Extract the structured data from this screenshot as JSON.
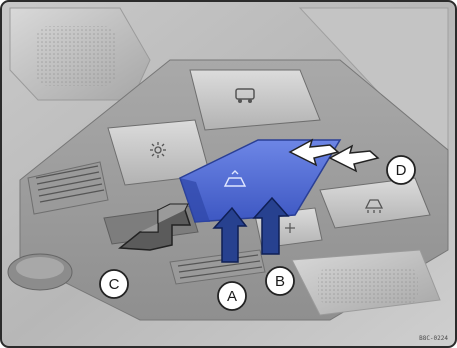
{
  "figure": {
    "callouts": [
      {
        "id": "a",
        "label": "A"
      },
      {
        "id": "b",
        "label": "B"
      },
      {
        "id": "c",
        "label": "C"
      },
      {
        "id": "d",
        "label": "D"
      }
    ],
    "reference_code": "B8C-0224"
  },
  "icons": {
    "upper_button": "car-interior-light-icon",
    "left_button": "sun-light-icon",
    "right_button": "reading-light-icon",
    "lower_switch": "light-switch-icon",
    "panel_symbol": "sunroof-icon"
  },
  "colors": {
    "panel_blue": "#4a66d0",
    "arrow_blue": "#27418f",
    "headliner_grey": "#bcbcbc",
    "frame_border": "#2b2b2b"
  }
}
